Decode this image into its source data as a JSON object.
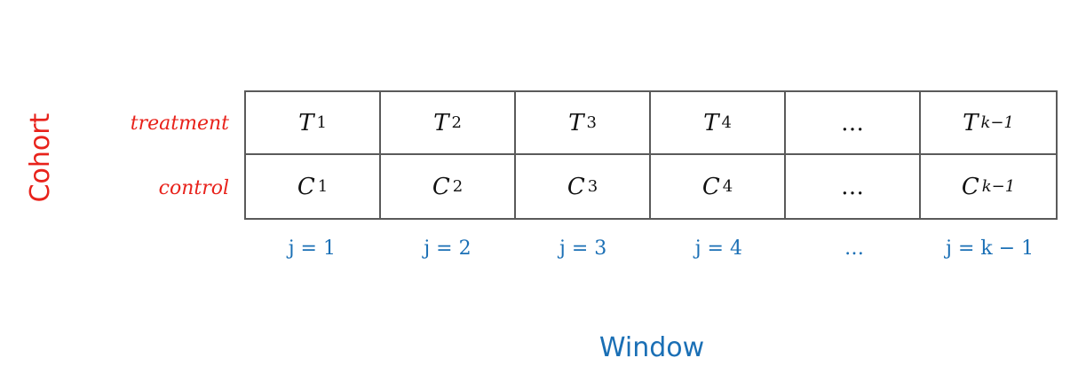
{
  "axes": {
    "cohort": "Cohort",
    "window": "Window"
  },
  "rows": [
    {
      "label": "treatment",
      "symbol": "T"
    },
    {
      "label": "control",
      "symbol": "C"
    }
  ],
  "columns": [
    {
      "superscript": "1",
      "window_label": "j = 1"
    },
    {
      "superscript": "2",
      "window_label": "j = 2"
    },
    {
      "superscript": "3",
      "window_label": "j = 3"
    },
    {
      "superscript": "4",
      "window_label": "j = 4"
    },
    {
      "ellipsis": "…",
      "window_label": "…"
    },
    {
      "superscript": "k−1",
      "window_label": "j = k − 1"
    }
  ],
  "colors": {
    "cohort": "#e8221b",
    "window": "#1a6fb5",
    "grid_line": "#5a5a5a"
  }
}
